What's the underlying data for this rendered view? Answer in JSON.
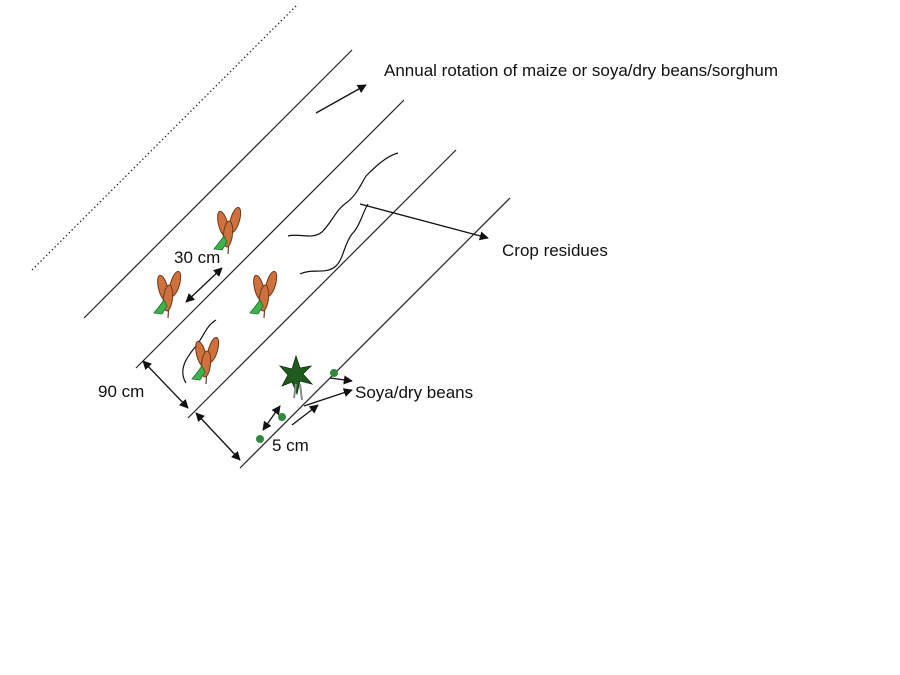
{
  "labels": {
    "rotation": "Annual rotation of maize or soya/dry beans/sorghum",
    "crop_residues": "Crop residues",
    "row_spacing": "30 cm",
    "inter_row": "90 cm",
    "bean_spacing": "5 cm",
    "beans": "Soya/dry beans"
  },
  "colors": {
    "sorghum_head": "#d0703a",
    "sorghum_outline": "#6b3a1c",
    "leaf": "#3cb44a",
    "bean_plant": "#1f5a1f",
    "seed": "#2e8b3e",
    "line": "#222222"
  }
}
